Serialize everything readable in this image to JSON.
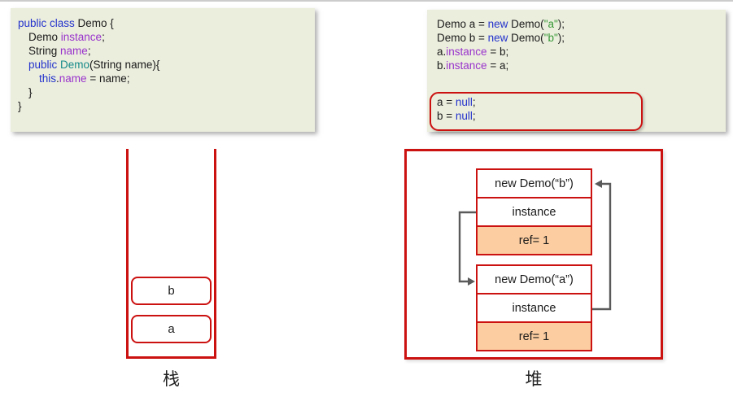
{
  "colors": {
    "accent_red": "#cc1111",
    "ref_row_peach": "#fbcda0",
    "code_background": "#ebeedd",
    "connector_gray": "#5a5a5a",
    "syntax": {
      "plain": "#1a1a1a",
      "keyword": "#2433cc",
      "member": "#9933cc",
      "type": "#178a8a",
      "string": "#379837"
    }
  },
  "code_left": {
    "lines": [
      {
        "indent": 0,
        "segs": [
          {
            "t": "public class ",
            "c": "keyword"
          },
          {
            "t": "Demo {",
            "c": "plain"
          }
        ]
      },
      {
        "indent": 1,
        "segs": [
          {
            "t": "Demo ",
            "c": "plain"
          },
          {
            "t": "instance",
            "c": "member"
          },
          {
            "t": ";",
            "c": "plain"
          }
        ]
      },
      {
        "indent": 1,
        "segs": [
          {
            "t": "String ",
            "c": "plain"
          },
          {
            "t": "name",
            "c": "member"
          },
          {
            "t": ";",
            "c": "plain"
          }
        ]
      },
      {
        "indent": 1,
        "segs": [
          {
            "t": "public ",
            "c": "keyword"
          },
          {
            "t": "Demo",
            "c": "type"
          },
          {
            "t": "(String name){",
            "c": "plain"
          }
        ]
      },
      {
        "indent": 2,
        "segs": [
          {
            "t": "this",
            "c": "keyword"
          },
          {
            "t": ".",
            "c": "plain"
          },
          {
            "t": "name",
            "c": "member"
          },
          {
            "t": " = name;",
            "c": "plain"
          }
        ]
      },
      {
        "indent": 1,
        "segs": [
          {
            "t": "}",
            "c": "plain"
          }
        ]
      },
      {
        "indent": 0,
        "segs": [
          {
            "t": "}",
            "c": "plain"
          }
        ]
      }
    ]
  },
  "code_right": {
    "lines": [
      {
        "indent": 0,
        "segs": [
          {
            "t": "Demo a = ",
            "c": "plain"
          },
          {
            "t": "new",
            "c": "keyword"
          },
          {
            "t": " Demo(",
            "c": "plain"
          },
          {
            "t": "\"a\"",
            "c": "string"
          },
          {
            "t": ");",
            "c": "plain"
          }
        ]
      },
      {
        "indent": 0,
        "segs": [
          {
            "t": "Demo b = ",
            "c": "plain"
          },
          {
            "t": "new",
            "c": "keyword"
          },
          {
            "t": " Demo(",
            "c": "plain"
          },
          {
            "t": "\"b\"",
            "c": "string"
          },
          {
            "t": ");",
            "c": "plain"
          }
        ]
      },
      {
        "indent": 0,
        "segs": [
          {
            "t": "a.",
            "c": "plain"
          },
          {
            "t": "instance",
            "c": "member"
          },
          {
            "t": " = b;",
            "c": "plain"
          }
        ]
      },
      {
        "indent": 0,
        "segs": [
          {
            "t": "b.",
            "c": "plain"
          },
          {
            "t": "instance",
            "c": "member"
          },
          {
            "t": " = a;",
            "c": "plain"
          }
        ]
      },
      {
        "indent": 0,
        "gap": true,
        "segs": []
      },
      {
        "indent": 0,
        "segs": [
          {
            "t": "a = ",
            "c": "plain"
          },
          {
            "t": "null",
            "c": "keyword"
          },
          {
            "t": ";",
            "c": "plain"
          }
        ]
      },
      {
        "indent": 0,
        "segs": [
          {
            "t": "b = ",
            "c": "plain"
          },
          {
            "t": "null",
            "c": "keyword"
          },
          {
            "t": ";",
            "c": "plain"
          }
        ]
      }
    ]
  },
  "stack": {
    "label": "栈",
    "frames": [
      "b",
      "a"
    ]
  },
  "heap": {
    "label": "堆",
    "objects": [
      {
        "title": "new Demo(“b”)",
        "field": "instance",
        "ref": "ref= 1"
      },
      {
        "title": "new Demo(“a”)",
        "field": "instance",
        "ref": "ref= 1"
      }
    ]
  }
}
